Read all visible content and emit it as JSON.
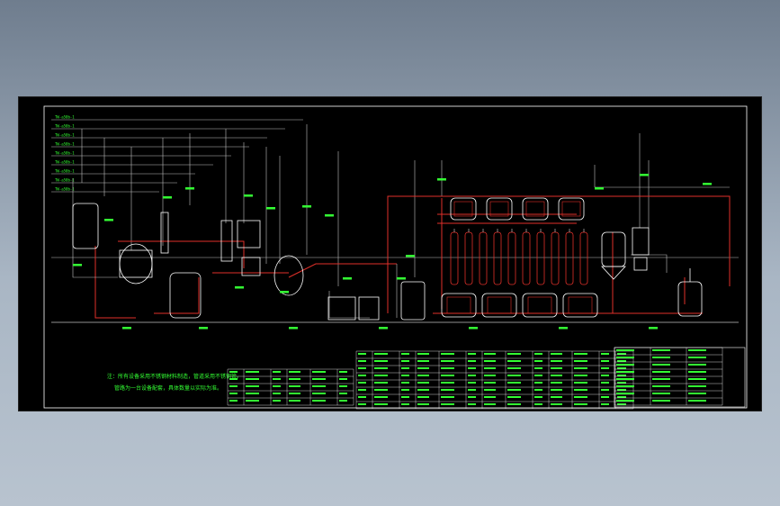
{
  "app": {
    "title": "AutoCAD drawing viewport"
  },
  "drawing": {
    "colors": {
      "frame": "#ffffff",
      "pipe_red": "#e0302a",
      "equip_white": "#ffffff",
      "label_green": "#33ff33",
      "line_gray": "#c0c0c0",
      "accent_orange": "#ff8000",
      "accent_magenta": "#ff33cc",
      "accent_yellow": "#ffff33"
    },
    "header_lines": [
      "TW-a50b-1",
      "TW-a50b-1",
      "TW-a50b-1",
      "TW-a50b-1",
      "TW-a50b-1",
      "TW-a50b-1",
      "TW-a50b-1",
      "TW-a50b-1",
      "TW-a50b-1"
    ],
    "notes": {
      "line1": "注：所有设备采用不锈钢材料制造，管道采用不锈钢管。",
      "line2": "管路为一台设备配套，具体数量以实际为准。"
    }
  }
}
